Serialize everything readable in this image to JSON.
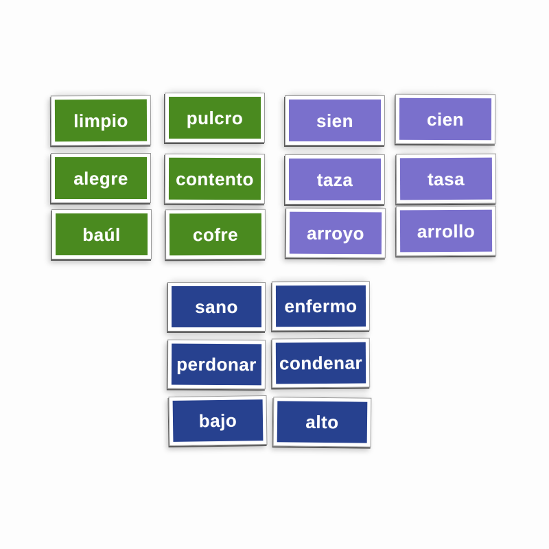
{
  "colors": {
    "background": "#fdfdfd",
    "card_frame": "#ffffff",
    "card_text": "#ffffff",
    "green_card": "#4a8a1f",
    "purple_card": "#7a70cc",
    "blue_card": "#27418f"
  },
  "groups": {
    "green": {
      "cards": [
        "limpio",
        "pulcro",
        "alegre",
        "contento",
        "baúl",
        "cofre"
      ]
    },
    "purple": {
      "cards": [
        "sien",
        "cien",
        "taza",
        "tasa",
        "arroyo",
        "arrollo"
      ]
    },
    "blue": {
      "cards": [
        "sano",
        "enfermo",
        "perdonar",
        "condenar",
        "bajo",
        "alto"
      ]
    }
  }
}
